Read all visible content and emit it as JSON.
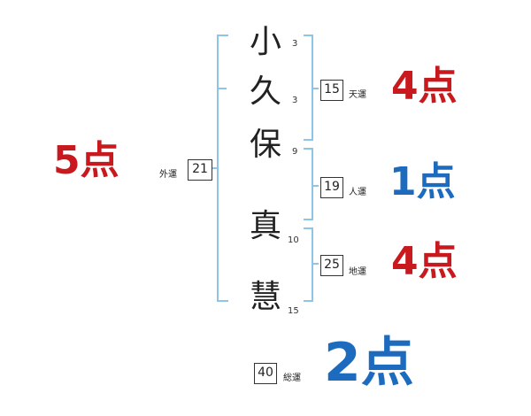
{
  "name": {
    "surname": [
      {
        "char": "小",
        "strokes": "3"
      },
      {
        "char": "久",
        "strokes": "3"
      },
      {
        "char": "保",
        "strokes": "9"
      }
    ],
    "given": [
      {
        "char": "真",
        "strokes": "10"
      },
      {
        "char": "慧",
        "strokes": "15"
      }
    ]
  },
  "fortunes": {
    "gaiun": {
      "label": "外運",
      "value": "21",
      "score": "5点"
    },
    "tenun": {
      "label": "天運",
      "value": "15",
      "score": "4点"
    },
    "jinun": {
      "label": "人運",
      "value": "19",
      "score": "1点"
    },
    "chiun": {
      "label": "地運",
      "value": "25",
      "score": "4点"
    },
    "souun": {
      "label": "総運",
      "value": "40",
      "score": "2点"
    }
  },
  "colors": {
    "bracket": "#8ec5e6",
    "score_red": "#c8191e",
    "score_blue": "#1c6bbf"
  }
}
